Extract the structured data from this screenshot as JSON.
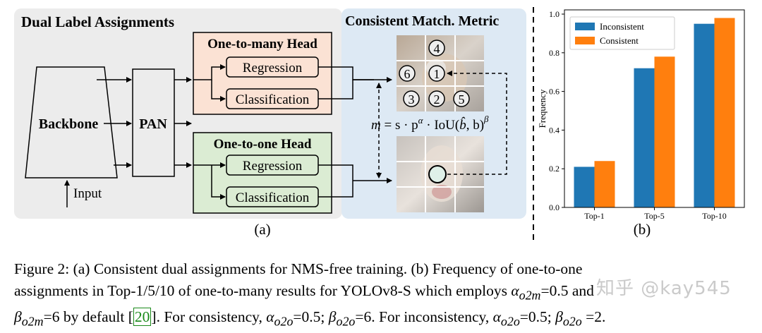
{
  "panel_a": {
    "dual_title": "Dual Label Assignments",
    "metric_title": "Consistent Match. Metric",
    "one_to_many_head": "One-to-many Head",
    "one_to_one_head": "One-to-one Head",
    "regression": "Regression",
    "classification": "Classification",
    "backbone": "Backbone",
    "pan": "PAN",
    "input": "Input",
    "match_formula": "m = s · p^α · IoU(b̂, b)^β",
    "formula_m": "m",
    "formula_eq": " = s · p",
    "formula_alpha": "α",
    "formula_dot": " · IoU(",
    "formula_bhat": "b̂",
    "formula_comma": ", b)",
    "formula_beta": "β",
    "grid_labels": [
      "4",
      "6",
      "1",
      "3",
      "2",
      "5"
    ],
    "label": "(a)"
  },
  "panel_b": {
    "label": "(b)"
  },
  "chart_data": {
    "type": "bar",
    "categories": [
      "Top-1",
      "Top-5",
      "Top-10"
    ],
    "series": [
      {
        "name": "Inconsistent",
        "color": "#1f77b4",
        "values": [
          0.21,
          0.72,
          0.95
        ]
      },
      {
        "name": "Consistent",
        "color": "#ff7f0e",
        "values": [
          0.24,
          0.78,
          0.98
        ]
      }
    ],
    "ylabel": "Frequency",
    "ylim": [
      0,
      1.0
    ],
    "yticks": [
      "0.0",
      "0.2",
      "0.4",
      "0.6",
      "0.8",
      "1.0"
    ],
    "legend": "top-left"
  },
  "caption": {
    "l1": "Figure 2: (a) Consistent dual assignments for NMS-free training. (b) Frequency of one-to-one",
    "l2a": "assignments in Top-1/5/10 of one-to-many results for YOLOv8-S which employs ",
    "l2_alpha": "α",
    "l2_sub1": "o2m",
    "l2b": "=0.5 and",
    "l3_beta": "β",
    "l3_sub1": "o2m",
    "l3a": "=6 by default [",
    "cite": "20",
    "l3b": "]. For consistency, ",
    "l3_alpha2": "α",
    "l3_sub2": "o2o",
    "l3c": "=0.5; ",
    "l3_beta2": "β",
    "l3_sub3": "o2o",
    "l3d": "=6. For inconsistency, ",
    "l3_alpha3": "α",
    "l3_sub4": "o2o",
    "l3e": "=0.5; ",
    "l3_beta3": "β",
    "l3_sub5": "o2o",
    "l3f": " =2."
  },
  "watermark": "知乎 @kay545"
}
